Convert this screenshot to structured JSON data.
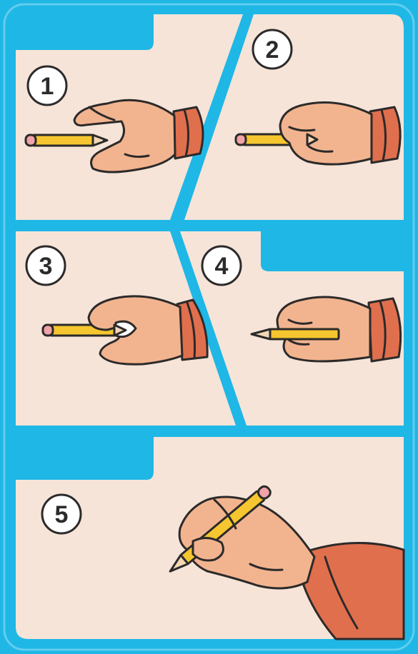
{
  "colors": {
    "frame_blue": "#1fb7e6",
    "panel_cream": "#f6e4d8",
    "skin": "#f2b48f",
    "skin_shadow": "#e49b78",
    "sleeve": "#e06f4d",
    "sleeve_dark": "#c85a3c",
    "pencil_yellow": "#f5c630",
    "pencil_eraser": "#f0a3a8",
    "pencil_tip": "#f3d7b5",
    "outline": "#2c2a2a",
    "badge_fill": "#ffffff"
  },
  "steps": [
    {
      "number": "1",
      "description_icon": "open-hand-beside-pencil-icon"
    },
    {
      "number": "2",
      "description_icon": "pinch-pencil-icon"
    },
    {
      "number": "3",
      "description_icon": "grip-pencil-under-icon"
    },
    {
      "number": "4",
      "description_icon": "turn-pencil-icon"
    },
    {
      "number": "5",
      "description_icon": "writing-hand-icon"
    }
  ]
}
